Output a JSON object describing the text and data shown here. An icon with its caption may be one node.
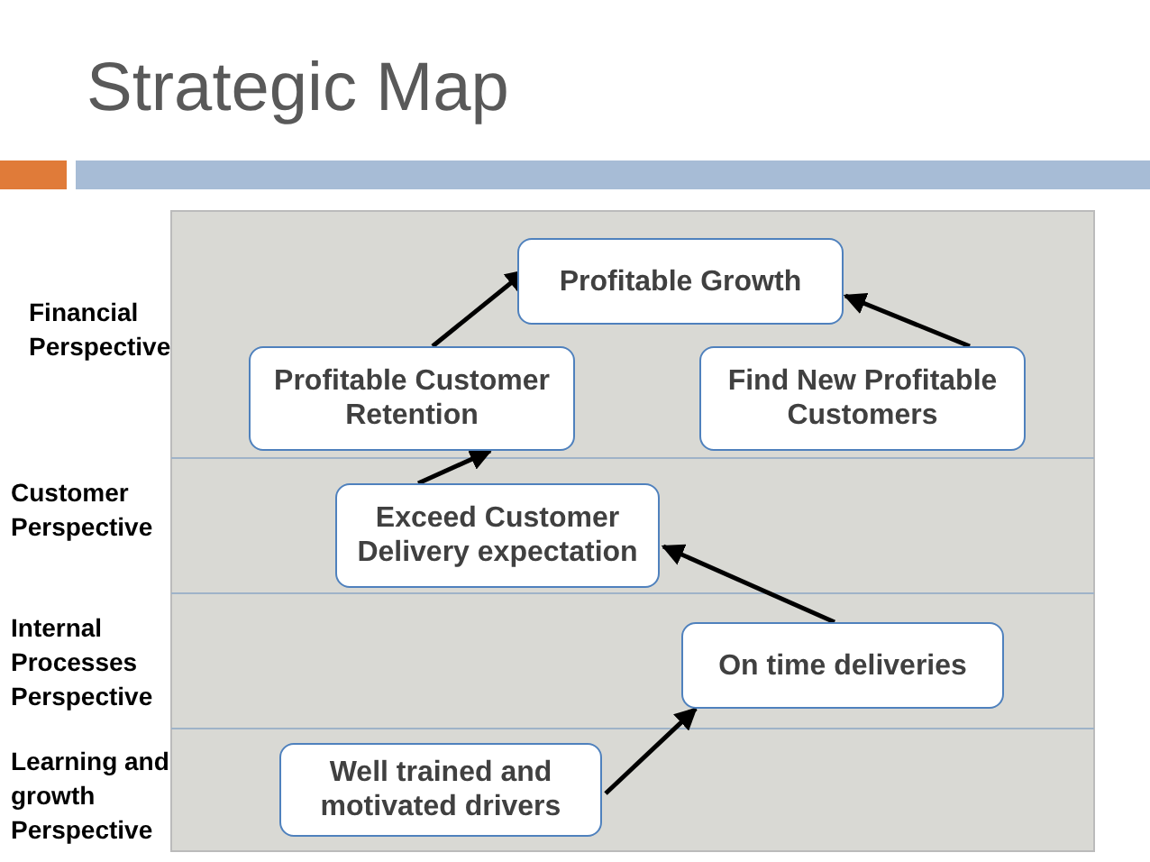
{
  "diagram": {
    "title": "Strategic Map",
    "nodes": [
      {
        "text": [
          "Profitable Growth"
        ]
      },
      {
        "text": [
          "Profitable Customer Retention"
        ]
      },
      {
        "text": [
          "Find New Profitable Customers"
        ]
      },
      {
        "text": [
          "Exceed Customer Delivery expectation"
        ]
      },
      {
        "text": [
          "On time deliveries"
        ]
      },
      {
        "text": [
          "Well trained and motivated drivers"
        ]
      }
    ],
    "edges": [
      {
        "from": 1,
        "to": 0,
        "arrow": "to"
      },
      {
        "from": 2,
        "to": 0,
        "arrow": "to"
      },
      {
        "from": 3,
        "to": 1,
        "arrow": "to"
      },
      {
        "from": 4,
        "to": 3,
        "arrow": "to"
      },
      {
        "from": 5,
        "to": 4,
        "arrow": "to"
      }
    ],
    "labels": [
      "Financial Perspective",
      "Customer Perspective",
      "Internal Processes Perspective",
      "Learning and growth Perspective"
    ]
  }
}
